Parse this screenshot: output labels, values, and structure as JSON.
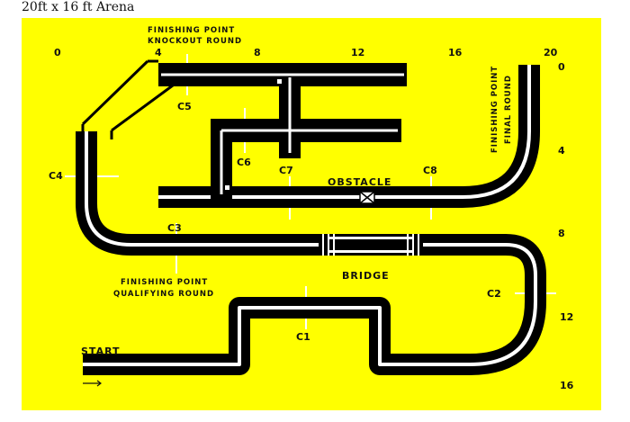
{
  "caption": "20ft x 16 ft Arena",
  "colors": {
    "arena": "#ffff00",
    "track": "#000000",
    "line": "#ffffff"
  },
  "scale_top": [
    "0",
    "4",
    "8",
    "12",
    "16",
    "20"
  ],
  "scale_right": [
    "0",
    "4",
    "8",
    "12",
    "16"
  ],
  "checkpoints": [
    "C1",
    "C2",
    "C3",
    "C4",
    "C5",
    "C6",
    "C7",
    "C8"
  ],
  "labels": {
    "start": "START",
    "bridge": "BRIDGE",
    "obstacle": "OBSTACLE",
    "finish_knockout_1": "FINISHING POINT",
    "finish_knockout_2": "KNOCKOUT ROUND",
    "finish_qualifying_1": "FINISHING POINT",
    "finish_qualifying_2": "QUALIFYING ROUND",
    "finish_final_1": "FINISHING POINT",
    "finish_final_2": "FINAL ROUND"
  }
}
